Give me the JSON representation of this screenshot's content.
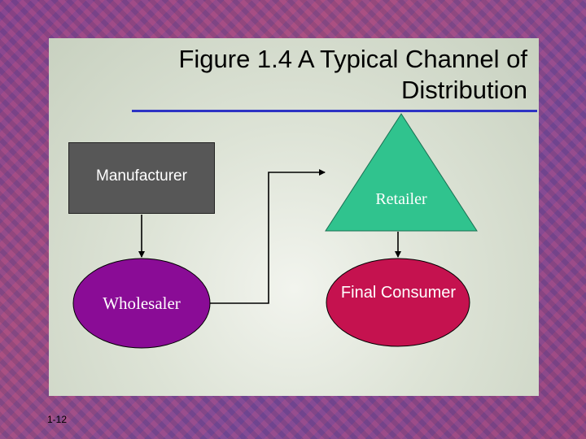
{
  "title": "Figure 1.4 A Typical Channel of Distribution",
  "nodes": {
    "manufacturer": "Manufacturer",
    "retailer": "Retailer",
    "wholesaler": "Wholesaler",
    "final_consumer": "Final Consumer"
  },
  "slide_number": "1-12",
  "colors": {
    "manufacturer": "#575757",
    "retailer": "#30c38e",
    "wholesaler": "#8a0c96",
    "final_consumer": "#c5124f",
    "title_rule": "#2d33c4"
  }
}
